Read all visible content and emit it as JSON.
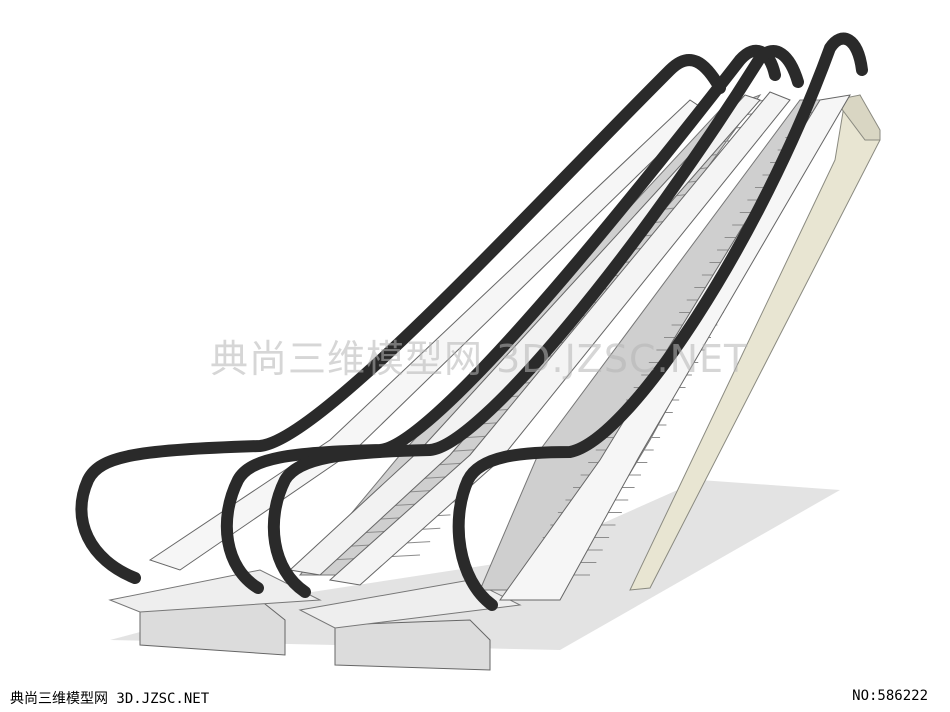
{
  "image": {
    "subject": "escalator-3d-model",
    "colors": {
      "handrail": "#2a2a2a",
      "balustrade": "#f4f4f4",
      "step": "#c9c9c9",
      "truss": "#e6e3d4",
      "shadow": "#dcdcdc"
    }
  },
  "watermark": {
    "text": "典尚三维模型网 3D.JZSC.NET"
  },
  "footer": {
    "site_label": "典尚三维模型网 3D.JZSC.NET",
    "model_number": "NO:586222"
  }
}
